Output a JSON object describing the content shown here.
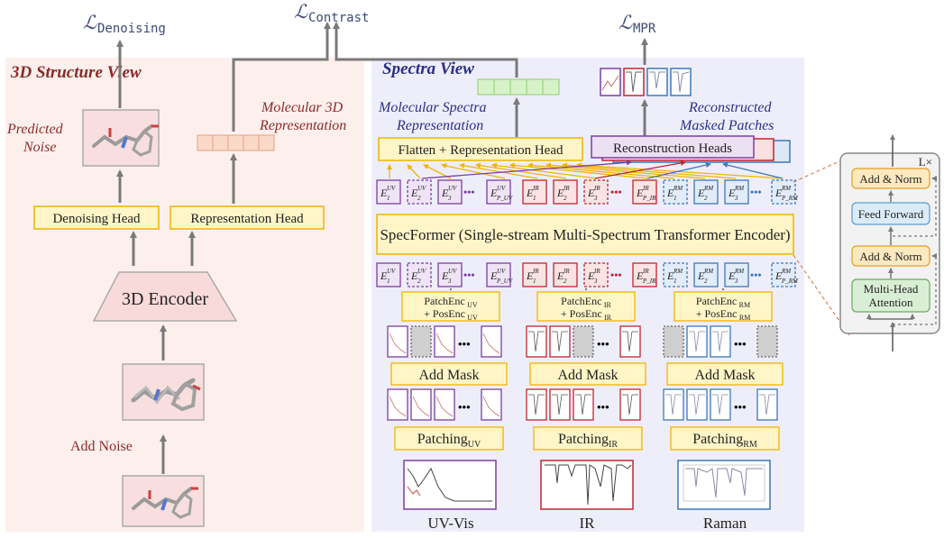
{
  "losses": {
    "denoising": {
      "script": "ℒ",
      "sub": "Denoising"
    },
    "contrast": {
      "script": "ℒ",
      "sub": "Contrast"
    },
    "mpr": {
      "script": "ℒ",
      "sub": "MPR"
    }
  },
  "structure_view": {
    "title": "3D Structure View",
    "predicted_noise": [
      "Predicted",
      "Noise"
    ],
    "mol_3d_repr": [
      "Molecular 3D",
      "Representation"
    ],
    "denoising_head": "Denoising Head",
    "representation_head": "Representation Head",
    "encoder": "3D Encoder",
    "add_noise": "Add Noise"
  },
  "spectra_view": {
    "title": "Spectra View",
    "mol_spectra_repr": [
      "Molecular Spectra",
      "Representation"
    ],
    "reconstructed": [
      "Reconstructed",
      "Masked Patches"
    ],
    "flatten_head": "Flatten + Representation Head",
    "reconstruction_heads": "Reconstruction Heads",
    "specformer": "SpecFormer (Single-stream Multi-Spectrum Transformer Encoder)",
    "dots": "•••",
    "patchenc": [
      {
        "line1": "PatchEnc",
        "sub1": "UV",
        "line2": "+ PosEnc",
        "sub2": "UV"
      },
      {
        "line1": "PatchEnc",
        "sub1": "IR",
        "line2": "+ PosEnc",
        "sub2": "IR"
      },
      {
        "line1": "PatchEnc",
        "sub1": "RM",
        "line2": "+ PosEnc",
        "sub2": "RM"
      }
    ],
    "add_mask": "Add Mask",
    "patching": [
      {
        "label": "Patching",
        "sub": "UV"
      },
      {
        "label": "Patching",
        "sub": "IR"
      },
      {
        "label": "Patching",
        "sub": "RM"
      }
    ],
    "spectra_names": [
      "UV-Vis",
      "IR",
      "Raman"
    ]
  },
  "transformer_block": {
    "repeat": "L×",
    "add_norm_top": "Add & Norm",
    "feed_forward": "Feed Forward",
    "add_norm_bottom": "Add & Norm",
    "attention": [
      "Multi-Head",
      "Attention"
    ]
  },
  "colors": {
    "uv": "#7b3fa0",
    "ir": "#c0262d",
    "rm": "#3c78b8",
    "yellow_fill": "#fff5c7",
    "yellow_stroke": "#f0b400",
    "left_bg": "#fdf0ec",
    "right_bg": "#eeeefb",
    "title_red": "#8b2a2a",
    "title_blue": "#2b2f84"
  },
  "tokens_top": [
    {
      "base": "E",
      "sub": "1",
      "sup": "UV",
      "color": "uv",
      "masked": false
    },
    {
      "base": "E",
      "sub": "2",
      "sup": "UV",
      "color": "uv",
      "masked": true
    },
    {
      "base": "E",
      "sub": "3",
      "sup": "UV",
      "color": "uv",
      "masked": false
    },
    {
      "base": "E",
      "sub": "P_UV",
      "sup": "UV",
      "color": "uv",
      "masked": false
    },
    {
      "base": "E",
      "sub": "1",
      "sup": "IR",
      "color": "ir",
      "masked": false
    },
    {
      "base": "E",
      "sub": "2",
      "sup": "IR",
      "color": "ir",
      "masked": false
    },
    {
      "base": "E",
      "sub": "3",
      "sup": "IR",
      "color": "ir",
      "masked": true
    },
    {
      "base": "E",
      "sub": "P_IR",
      "sup": "IR",
      "color": "ir",
      "masked": false
    },
    {
      "base": "E",
      "sub": "1",
      "sup": "RM",
      "color": "rm",
      "masked": true
    },
    {
      "base": "E",
      "sub": "2",
      "sup": "RM",
      "color": "rm",
      "masked": false
    },
    {
      "base": "E",
      "sub": "3",
      "sup": "RM",
      "color": "rm",
      "masked": false
    },
    {
      "base": "E",
      "sub": "P_RM",
      "sup": "RM",
      "color": "rm",
      "masked": true
    }
  ]
}
